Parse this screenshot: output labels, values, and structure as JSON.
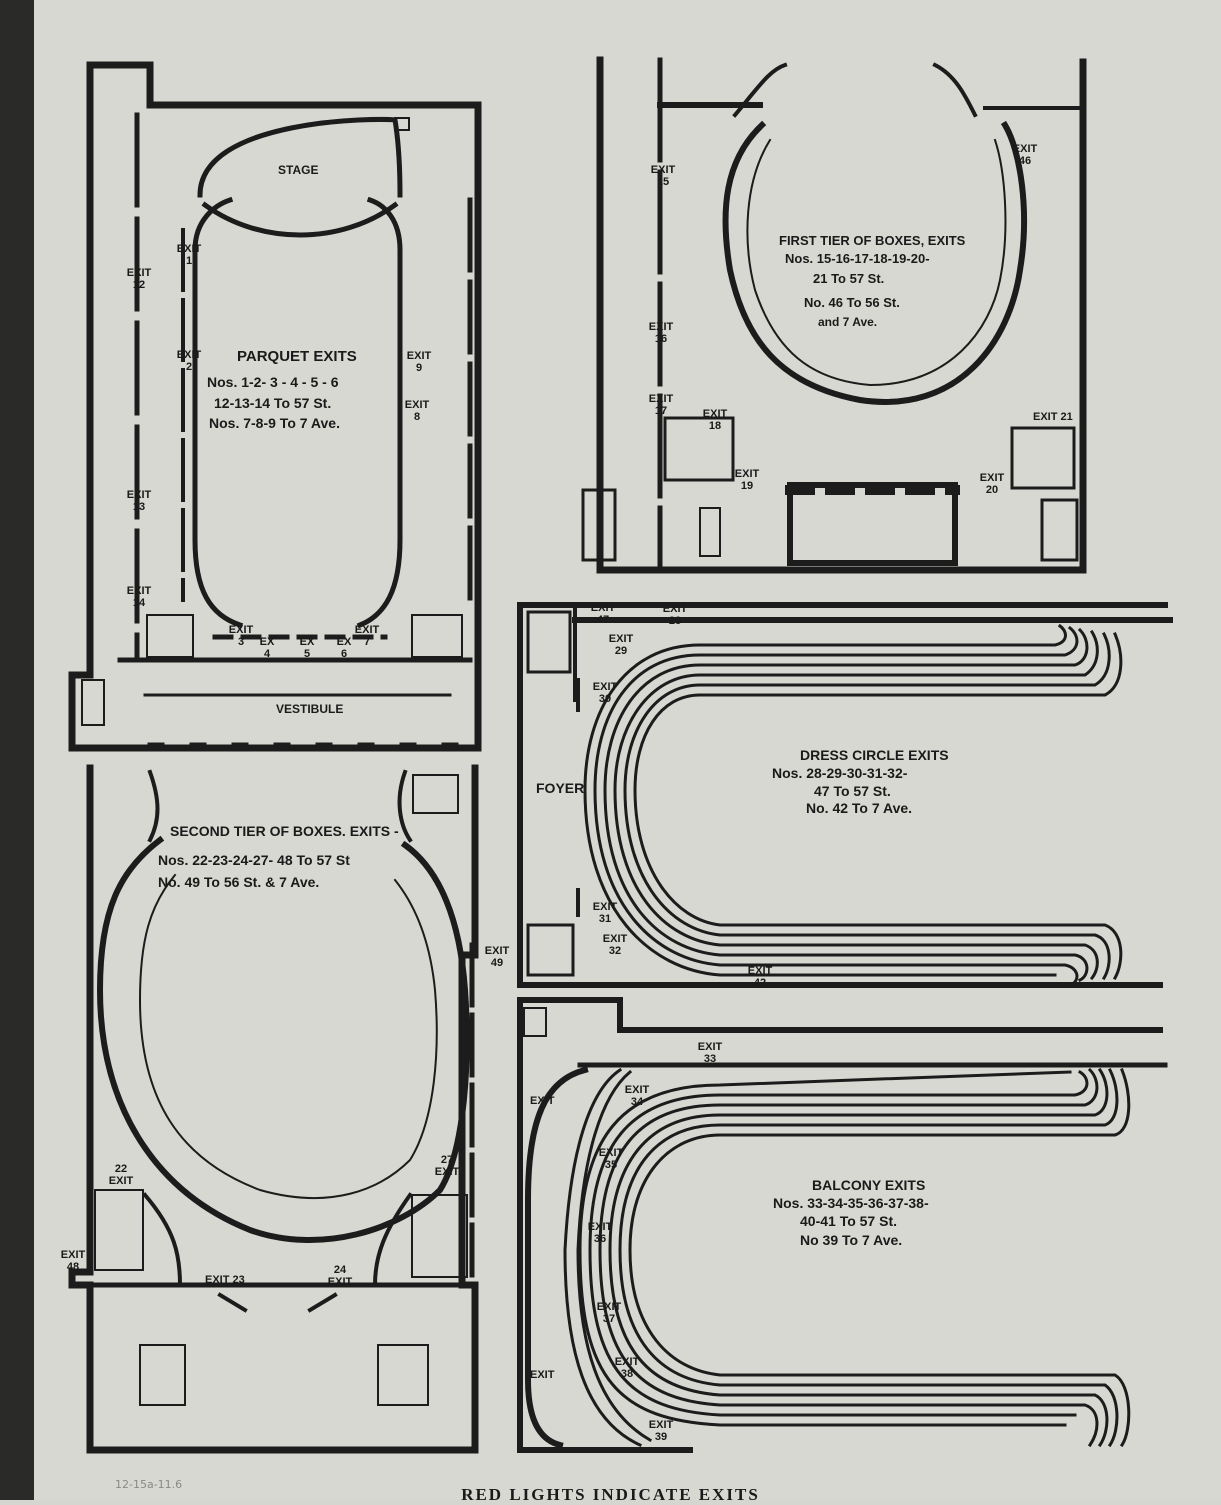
{
  "parquet": {
    "stage": "STAGE",
    "vestibule": "VESTIBULE",
    "title": "PARQUET EXITS",
    "lines": [
      "Nos. 1-2- 3 - 4 - 5 - 6",
      "12-13-14 To 57 St.",
      "Nos. 7-8-9 To 7 Ave."
    ],
    "exits": {
      "e1": "EXIT 1",
      "e2": "EXIT 2",
      "e9": "EXIT 9",
      "e8": "EXIT 8",
      "e12": "EXIT 12",
      "e13": "EXIT 13",
      "e14": "EXIT 14",
      "e3": "EXIT 3",
      "e4": "EX 4",
      "e5": "EX 5",
      "e6": "EX 6",
      "e7": "EXIT 7"
    }
  },
  "first_tier": {
    "title": "FIRST TIER OF BOXES, EXITS",
    "lines": [
      "Nos. 15-16-17-18-19-20-",
      "21 To 57 St.",
      "No. 46 To 56 St.",
      "and 7 Ave."
    ],
    "exits": {
      "e15": "EXIT 15",
      "e16": "EXIT 16",
      "e17": "EXIT 17",
      "e18": "EXIT 18",
      "e19": "EXIT 19",
      "e20": "EXIT 20",
      "e21": "EXIT 21",
      "e46": "EXIT 46"
    }
  },
  "dress_circle": {
    "foyer": "FOYER",
    "title": "DRESS CIRCLE EXITS",
    "lines": [
      "Nos. 28-29-30-31-32-",
      "47 To 57 St.",
      "No. 42 To 7 Ave."
    ],
    "exits": {
      "e47": "EXIT 47",
      "e28": "EXIT 28",
      "e29": "EXIT 29",
      "e30": "EXIT 30",
      "e31": "EXIT 31",
      "e32": "EXIT 32",
      "e42": "EXIT 42"
    }
  },
  "second_tier": {
    "title": "SECOND TIER OF BOXES. EXITS -",
    "lines": [
      "Nos. 22-23-24-27- 48 To 57 St",
      "No. 49 To 56 St. & 7 Ave."
    ],
    "exits": {
      "e22": "22 EXIT",
      "e27": "27 EXIT",
      "e48": "EXIT 48",
      "e23": "EXIT 23",
      "e24": "24 EXIT",
      "e49": "EXIT 49"
    }
  },
  "balcony": {
    "title": "BALCONY EXITS",
    "lines": [
      "Nos. 33-34-35-36-37-38-",
      "40-41 To 57 St.",
      "No 39 To 7 Ave."
    ],
    "exits": {
      "e33": "EXIT 33",
      "e34": "EXIT 34",
      "e35": "EXIT 35",
      "e36": "EXIT 36",
      "e37": "EXIT 37",
      "e38": "EXIT 38",
      "e39": "EXIT 39",
      "left_top": "EXIT",
      "left_bottom": "EXIT"
    }
  },
  "footer": "RED LIGHTS INDICATE EXITS",
  "pencil_note": "12-15a-11.6"
}
